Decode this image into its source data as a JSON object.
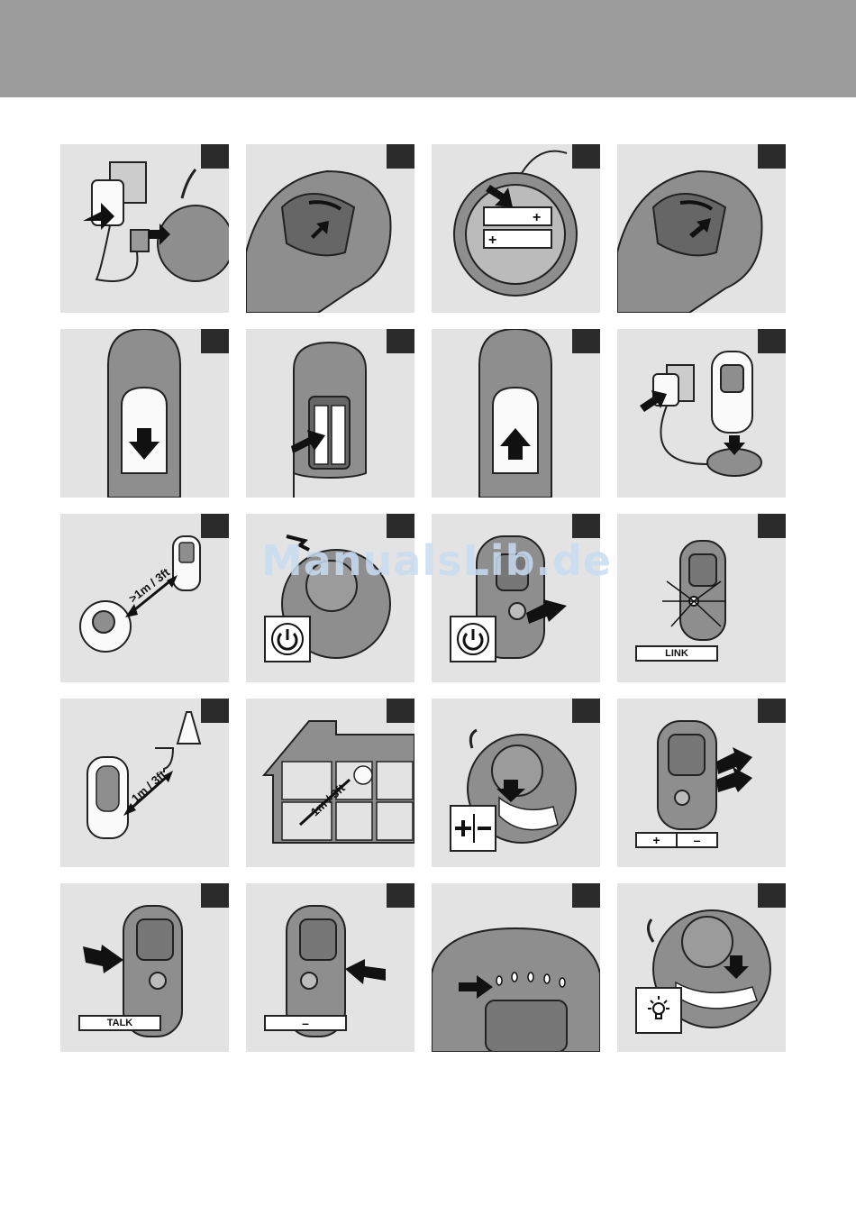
{
  "header": {
    "color": "#9b9b9b"
  },
  "watermark": {
    "text": "ManualsLib.de",
    "color": "#c9dcf3"
  },
  "labels": {
    "distance_1": ">1m / 3ft",
    "link": "LINK",
    "distance_2": "1m / 3ft",
    "distance_3": "1m / 3ft",
    "plus": "+",
    "minus": "–",
    "talk": "TALK",
    "minus_single": "–"
  },
  "colors": {
    "panel": "#e3e3e3",
    "badge": "#2b2b2b",
    "device": "#8e8e8e",
    "arrow": "#111111"
  },
  "panels": [
    {
      "id": 1,
      "scene": "plug-adapter-into-wall-and-baby-unit"
    },
    {
      "id": 2,
      "scene": "open-battery-compartment"
    },
    {
      "id": 3,
      "scene": "insert-batteries-baby-unit"
    },
    {
      "id": 4,
      "scene": "close-battery-compartment"
    },
    {
      "id": 5,
      "scene": "slide-parent-cover-down"
    },
    {
      "id": 6,
      "scene": "insert-batteries-parent-unit"
    },
    {
      "id": 7,
      "scene": "slide-parent-cover-up"
    },
    {
      "id": 8,
      "scene": "charge-parent-unit"
    },
    {
      "id": 9,
      "scene": "distance-between-units"
    },
    {
      "id": 10,
      "scene": "power-on-baby-unit"
    },
    {
      "id": 11,
      "scene": "power-on-parent-unit"
    },
    {
      "id": 12,
      "scene": "link-light"
    },
    {
      "id": 13,
      "scene": "distance-from-lamp"
    },
    {
      "id": 14,
      "scene": "distance-in-house"
    },
    {
      "id": 15,
      "scene": "volume-baby-unit"
    },
    {
      "id": 16,
      "scene": "volume-parent-unit"
    },
    {
      "id": 17,
      "scene": "talk-button"
    },
    {
      "id": 18,
      "scene": "minus-button"
    },
    {
      "id": 19,
      "scene": "sound-level-lights"
    },
    {
      "id": 20,
      "scene": "night-light-button"
    }
  ]
}
